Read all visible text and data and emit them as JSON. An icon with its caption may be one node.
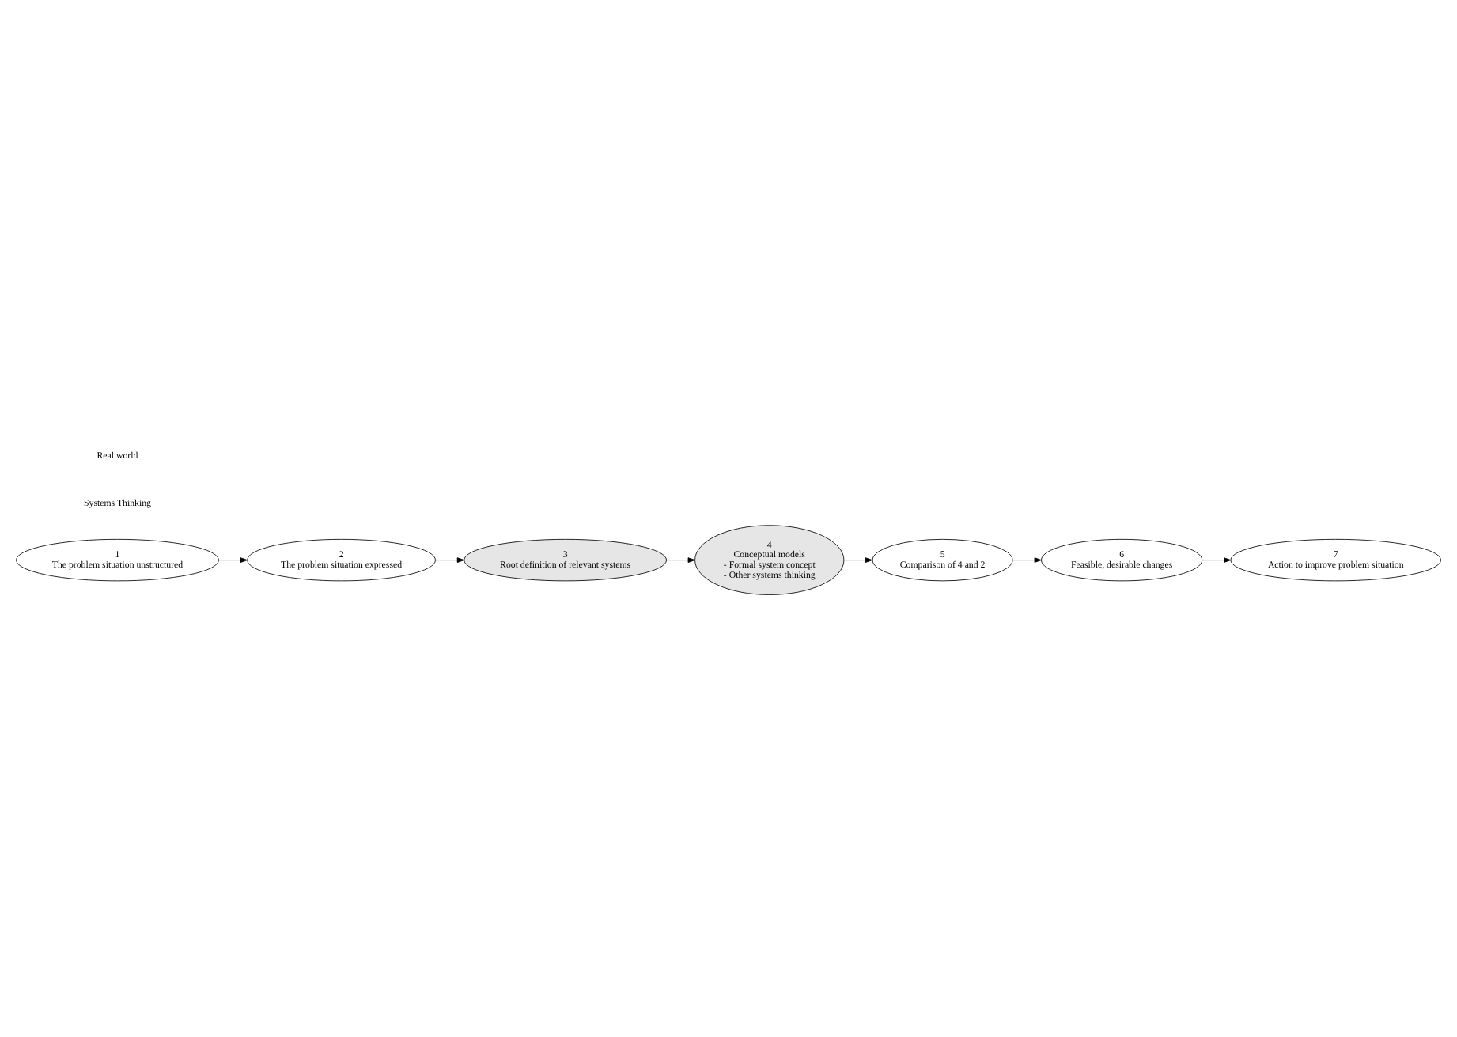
{
  "diagram": {
    "nodes": [
      {
        "text": [
          "1",
          "The problem situation unstructured"
        ]
      },
      {
        "text": [
          "2",
          "The problem situation expressed"
        ]
      },
      {
        "text": [
          "3",
          "Root definition of relevant systems"
        ]
      },
      {
        "text": [
          "4",
          "Conceptual models",
          "- Formal system concept",
          "- Other systems thinking"
        ]
      },
      {
        "text": [
          "5",
          "Comparison of 4 and 2"
        ]
      },
      {
        "text": [
          "6",
          "Feasible, desirable changes"
        ]
      },
      {
        "text": [
          "7",
          "Action to improve problem situation"
        ]
      }
    ],
    "edges": [
      {
        "from": 0,
        "to": 1,
        "arrow": "to"
      },
      {
        "from": 1,
        "to": 2,
        "arrow": "to"
      },
      {
        "from": 2,
        "to": 3,
        "arrow": "to"
      },
      {
        "from": 3,
        "to": 4,
        "arrow": "to"
      },
      {
        "from": 4,
        "to": 5,
        "arrow": "to"
      },
      {
        "from": 5,
        "to": 6,
        "arrow": "to"
      }
    ],
    "labels": [
      "Real world",
      "Systems Thinking"
    ]
  }
}
